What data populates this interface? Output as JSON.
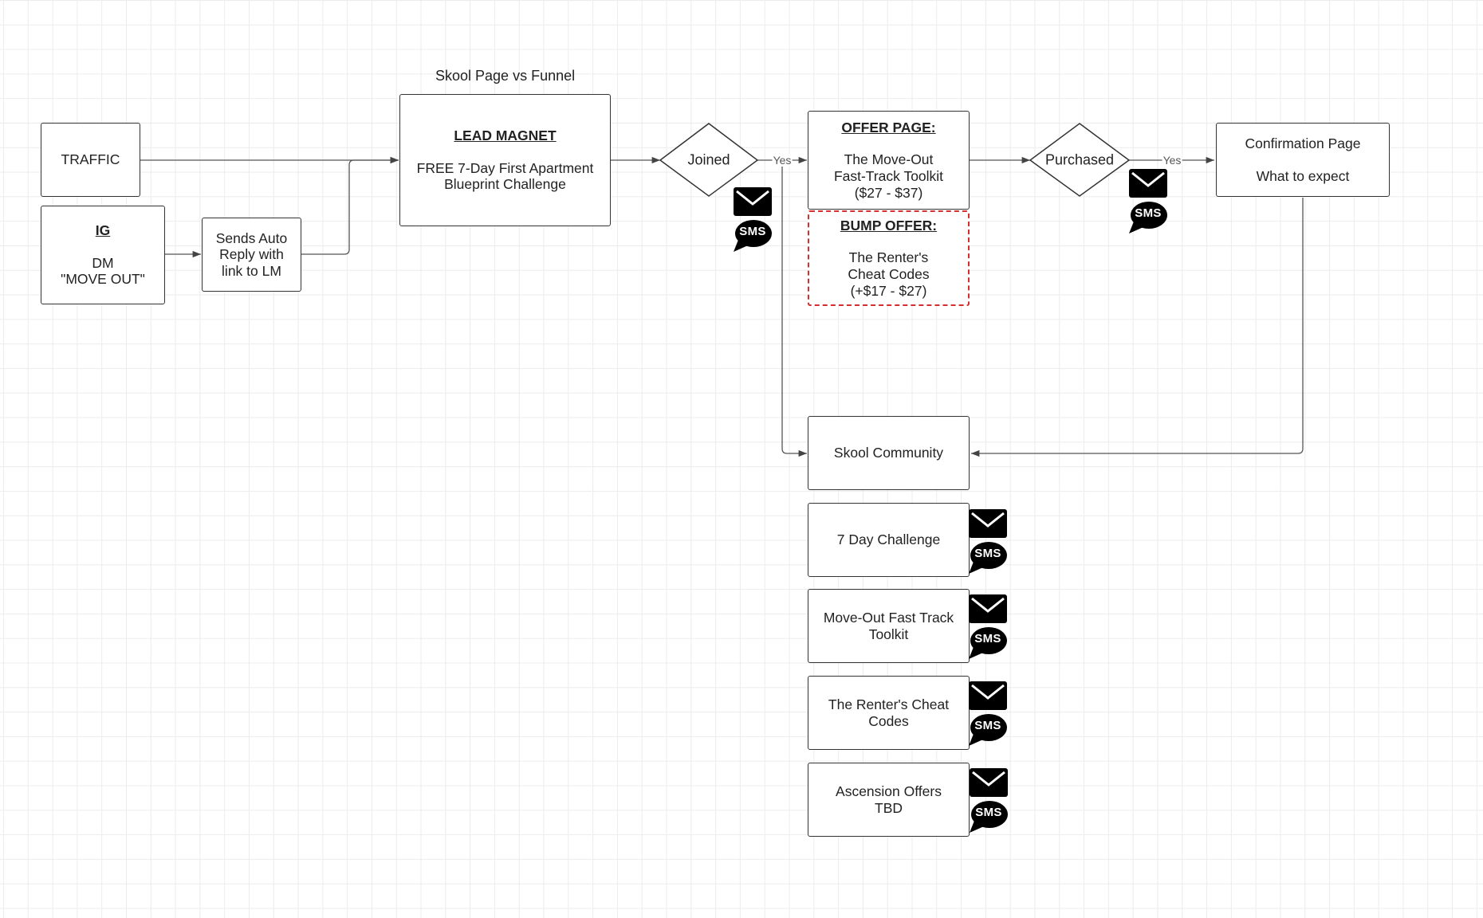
{
  "diagram": {
    "title": "Skool Page vs Funnel",
    "nodes": {
      "traffic": {
        "label": "TRAFFIC"
      },
      "ig": {
        "heading": "IG",
        "line1": "DM",
        "line2": "\"MOVE OUT\""
      },
      "auto_reply": {
        "line1": "Sends Auto",
        "line2": "Reply with",
        "line3": "link to LM"
      },
      "lead_magnet": {
        "heading": "LEAD MAGNET",
        "line1": "FREE 7-Day First Apartment",
        "line2": "Blueprint Challenge"
      },
      "joined": {
        "label": "Joined"
      },
      "offer_page": {
        "heading": "OFFER PAGE:",
        "line1": "The Move-Out",
        "line2": "Fast-Track Toolkit",
        "line3": "($27 - $37)"
      },
      "bump_offer": {
        "heading": "BUMP OFFER:",
        "line1": "The Renter's",
        "line2": "Cheat Codes",
        "line3": "(+$17 - $27)"
      },
      "purchased": {
        "label": "Purchased"
      },
      "confirmation": {
        "line1": "Confirmation Page",
        "line2": "What to expect"
      },
      "skool_community": {
        "label": "Skool Community"
      },
      "seven_day": {
        "label": "7 Day Challenge"
      },
      "toolkit": {
        "line1": "Move-Out Fast Track",
        "line2": "Toolkit"
      },
      "cheat_codes": {
        "line1": "The Renter's Cheat",
        "line2": "Codes"
      },
      "ascension": {
        "line1": "Ascension Offers",
        "line2": "TBD"
      }
    },
    "edge_labels": {
      "joined_yes": "Yes",
      "purchased_yes": "Yes"
    },
    "icons": {
      "email": "envelope-icon",
      "sms": "sms-bubble-icon",
      "sms_text": "SMS"
    },
    "colors": {
      "stroke": "#333333",
      "bump_border": "#d32f2f",
      "icon": "#000000",
      "grid": "#ececec"
    }
  }
}
